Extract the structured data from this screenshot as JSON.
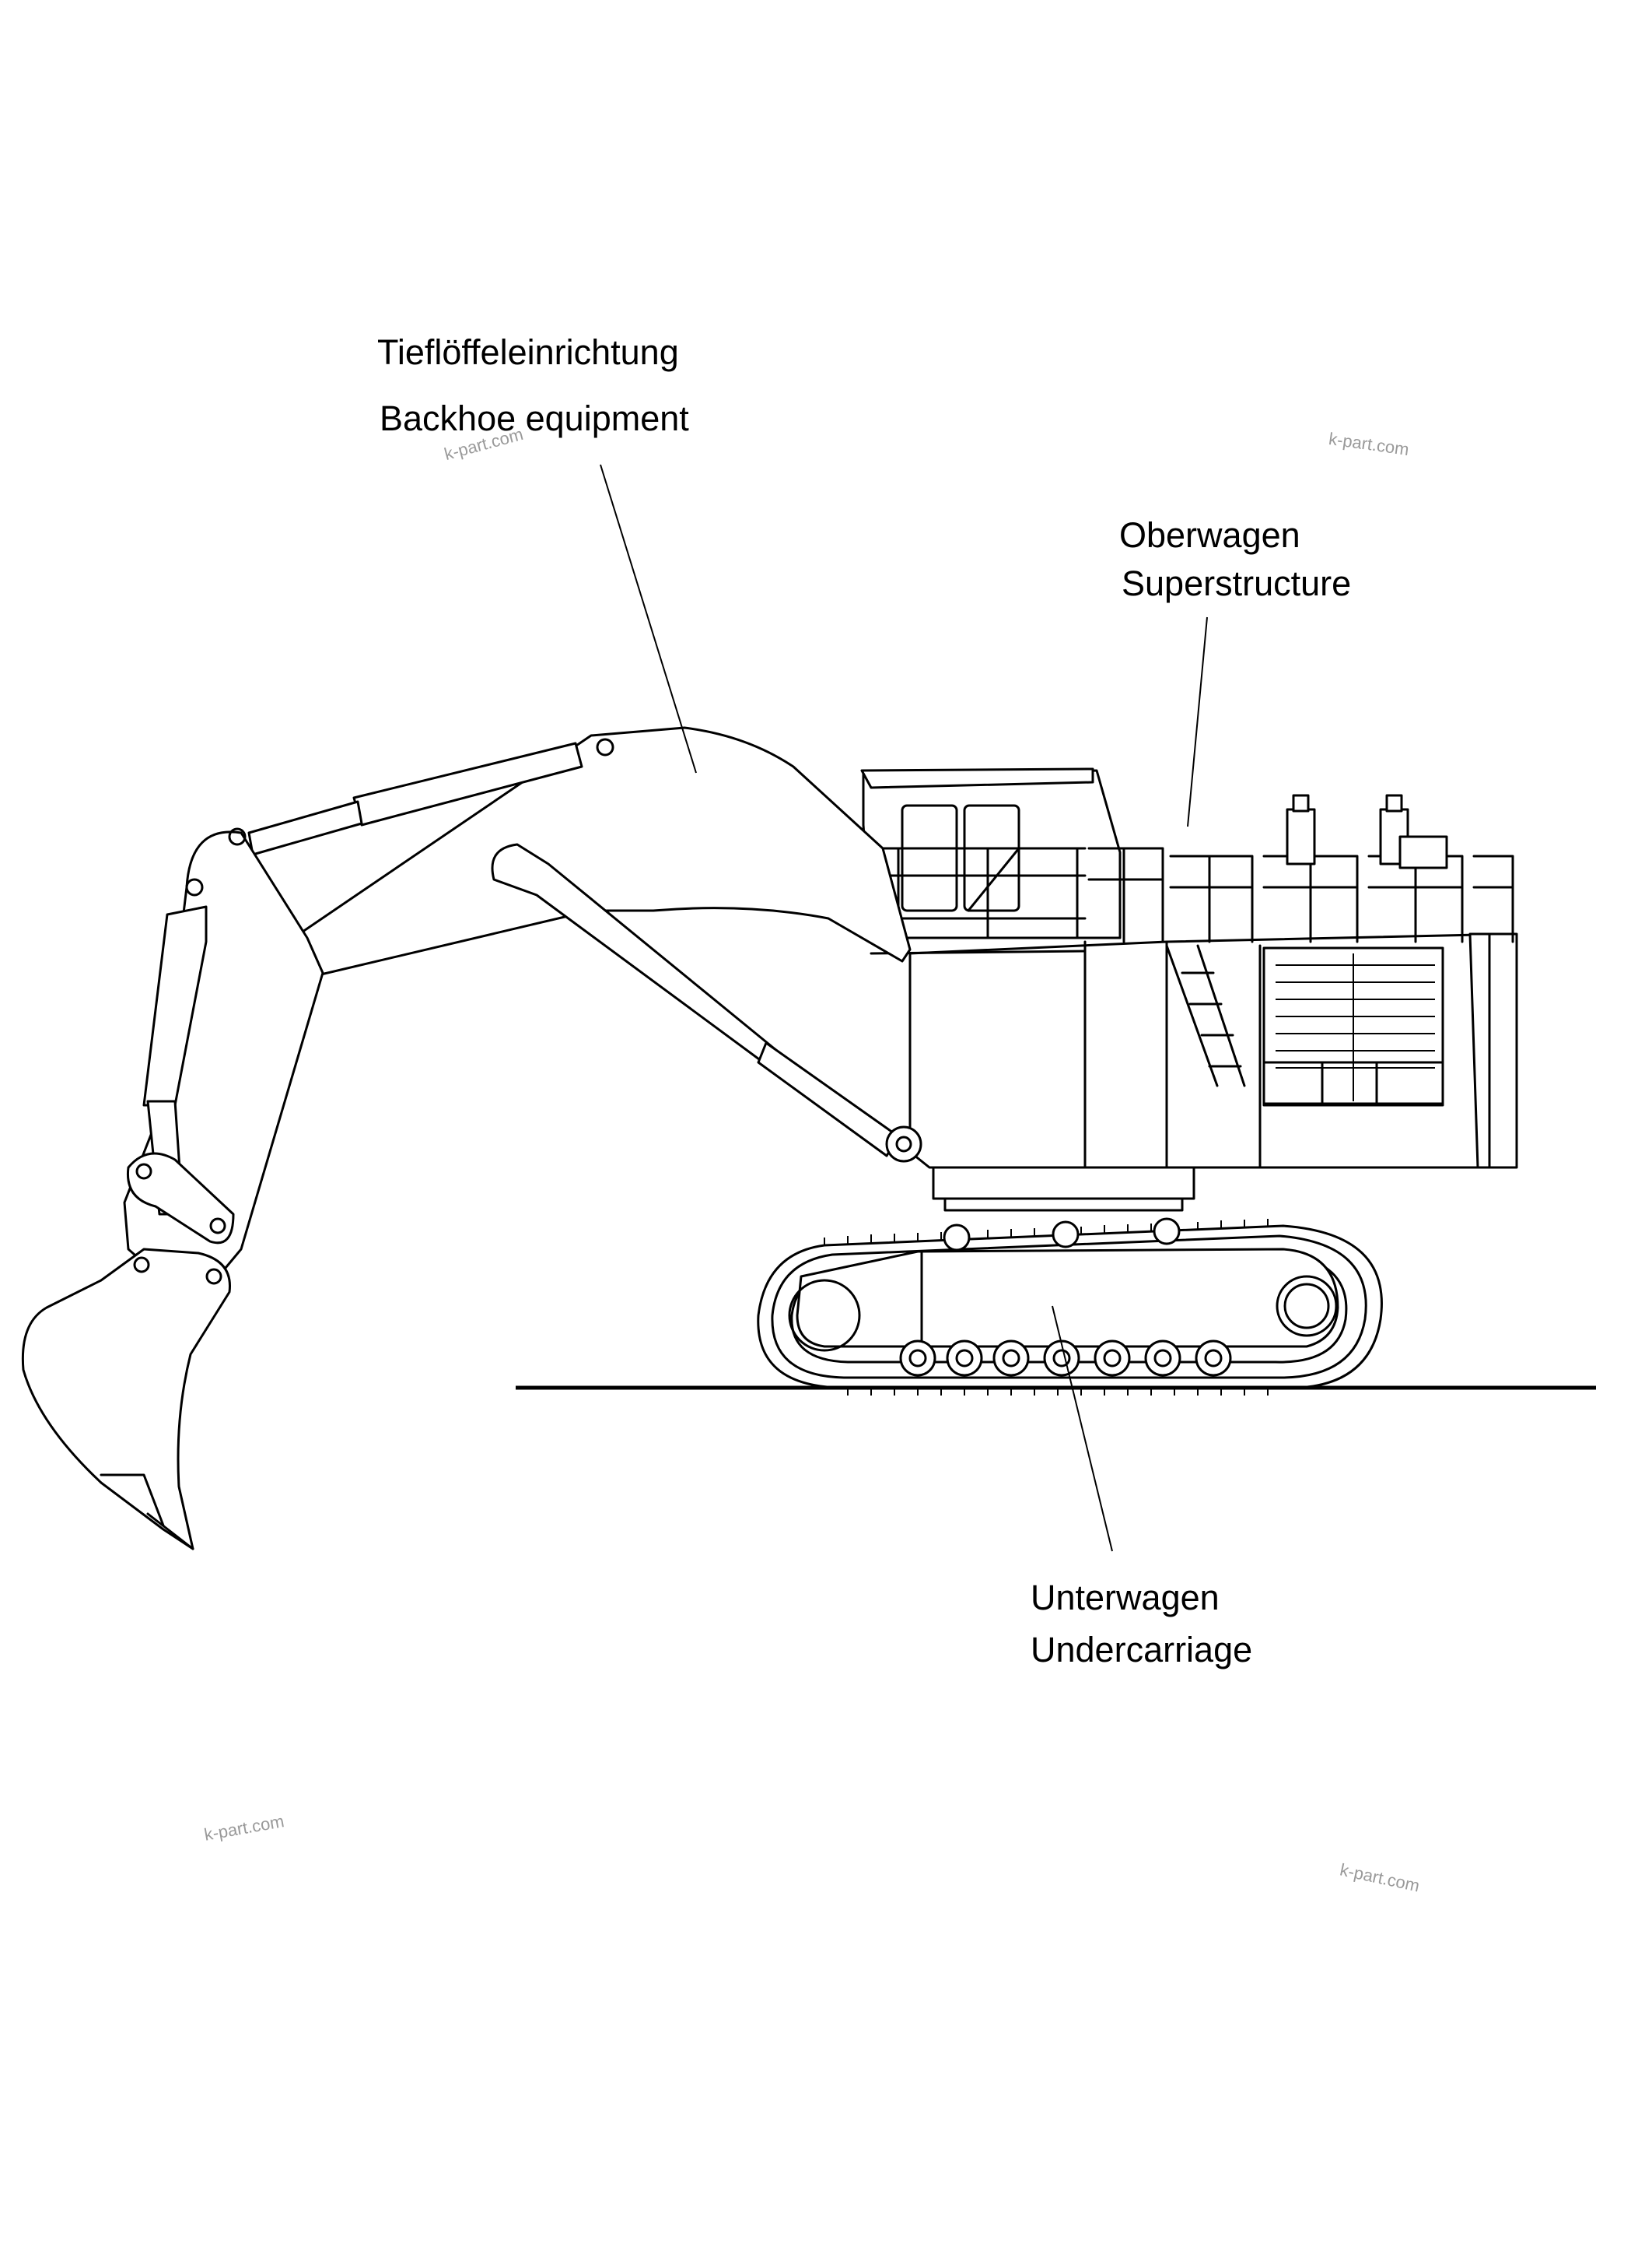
{
  "labels": {
    "backhoe_de": "Tieflöffeleinrichtung",
    "backhoe_en": "Backhoe equipment",
    "superstructure_de": "Oberwagen",
    "superstructure_en": "Superstructure",
    "undercarriage_de": "Unterwagen",
    "undercarriage_en": "Undercarriage"
  },
  "watermarks": [
    "k-part.com",
    "k-part.com",
    "k-part.com",
    "k-part.com"
  ],
  "colors": {
    "line": "#000000",
    "watermark": "#9a9a9a",
    "background": "#ffffff"
  }
}
